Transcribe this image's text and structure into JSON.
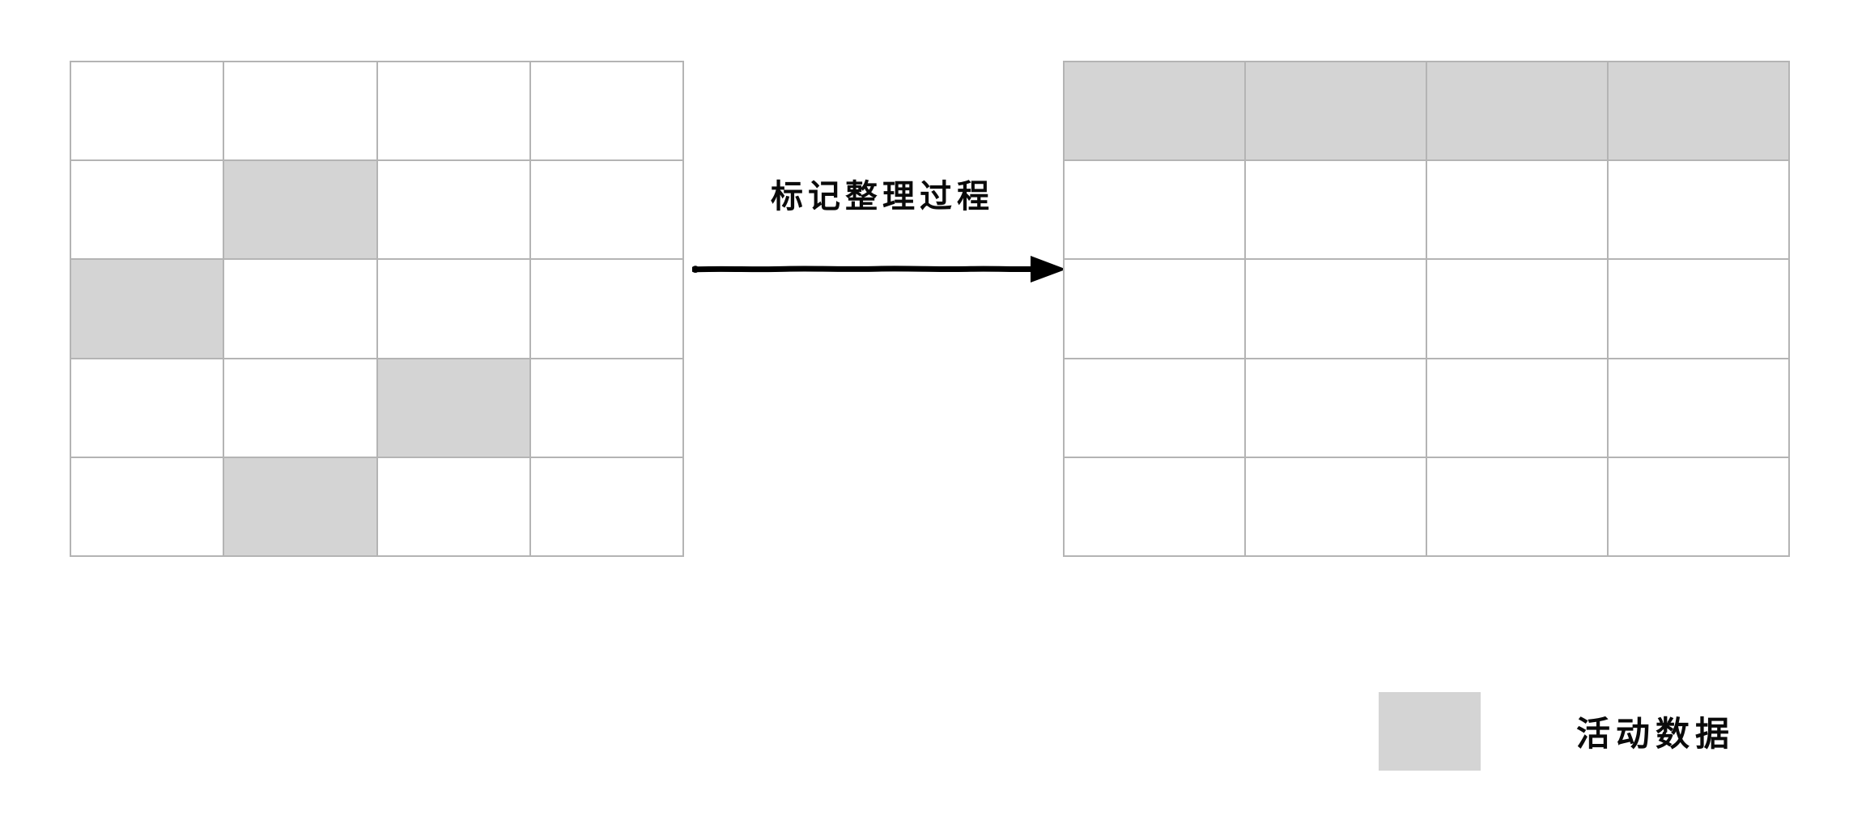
{
  "diagram": {
    "title": "标记整理过程",
    "arrow": {
      "label": "标记整理过程",
      "icon": "arrow-right-icon",
      "direction": "right",
      "style": "hand-drawn",
      "color": "#000000"
    },
    "colors": {
      "active_data_fill": "#d4d4d4",
      "cell_border": "#b4b4b4",
      "background": "#ffffff",
      "text": "#0a0a0a"
    },
    "legend": {
      "items": [
        {
          "label": "活动数据",
          "swatch_color": "#d4d4d4",
          "swatch_name": "active-data-swatch"
        }
      ]
    },
    "grids": [
      {
        "name": "heap-before-compaction",
        "rows": 5,
        "columns": 4,
        "cells": [
          [
            0,
            0,
            0,
            0
          ],
          [
            0,
            1,
            0,
            0
          ],
          [
            1,
            0,
            0,
            0
          ],
          [
            0,
            0,
            1,
            0
          ],
          [
            0,
            1,
            0,
            0
          ]
        ],
        "filled_count": 4
      },
      {
        "name": "heap-after-compaction",
        "rows": 5,
        "columns": 4,
        "cells": [
          [
            1,
            1,
            1,
            1
          ],
          [
            0,
            0,
            0,
            0
          ],
          [
            0,
            0,
            0,
            0
          ],
          [
            0,
            0,
            0,
            0
          ],
          [
            0,
            0,
            0,
            0
          ]
        ],
        "filled_count": 4
      }
    ]
  }
}
